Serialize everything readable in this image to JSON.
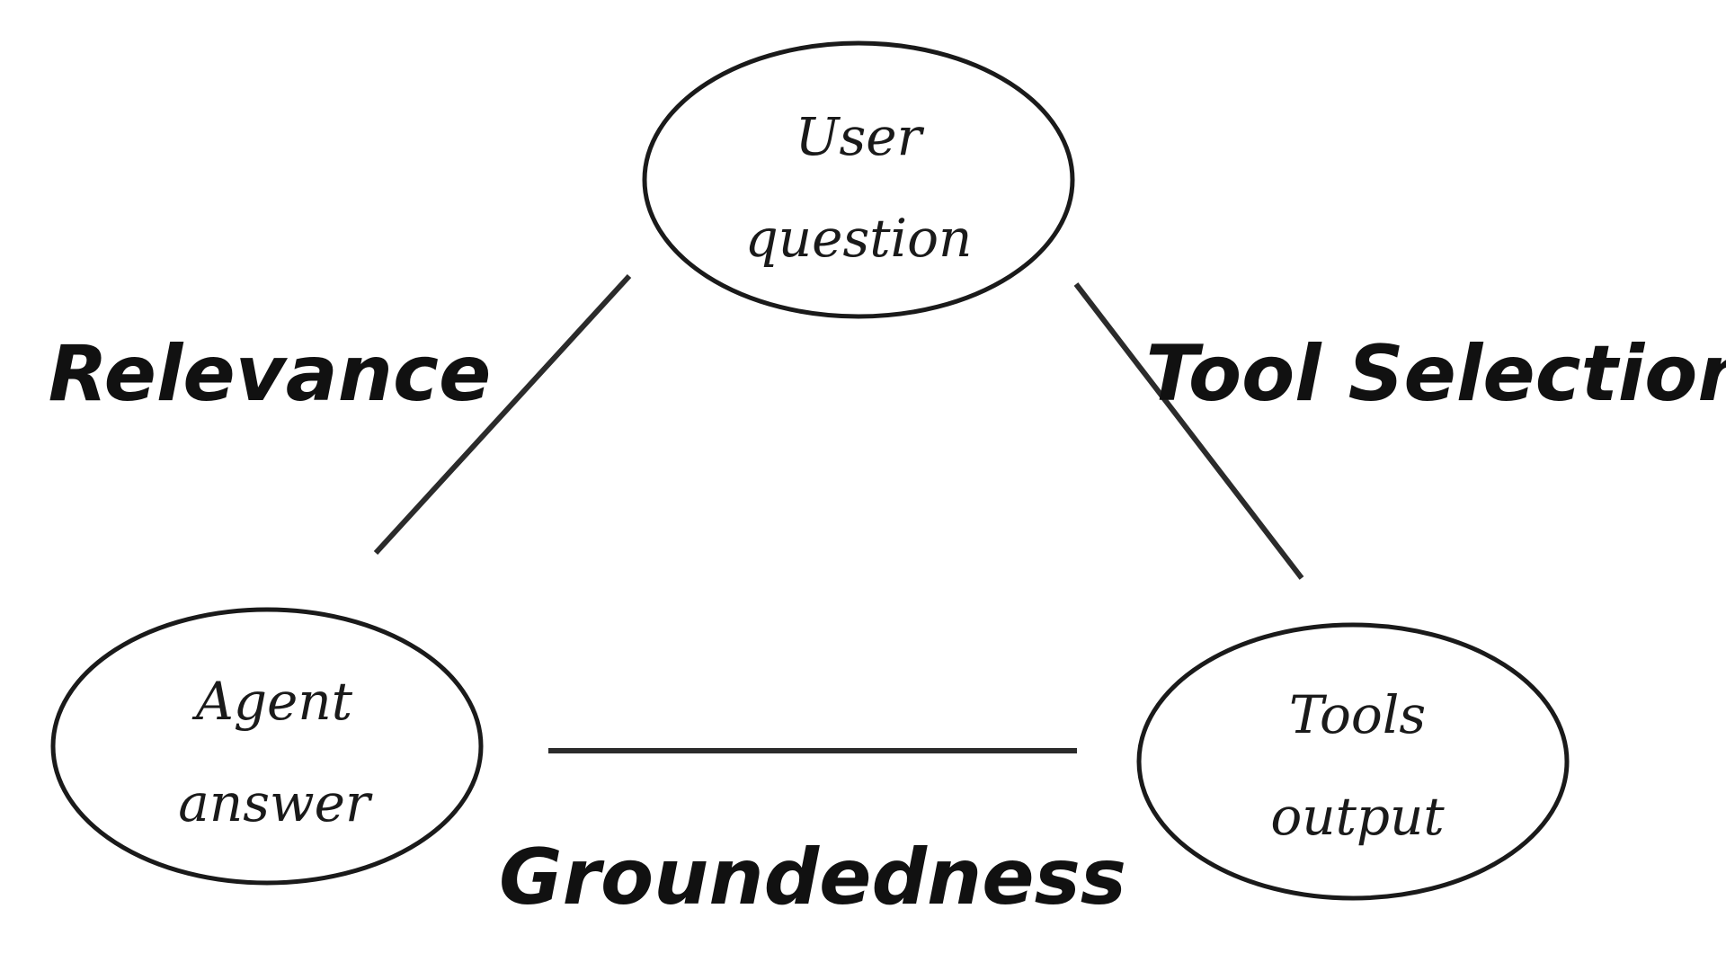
{
  "nodes": {
    "user_question": {
      "line1": "User",
      "line2": "question"
    },
    "agent_answer": {
      "line1": "Agent",
      "line2": "answer"
    },
    "tools_output": {
      "line1": "Tools",
      "line2": "output"
    }
  },
  "edges": {
    "relevance": {
      "label": "Relevance"
    },
    "tool_selection": {
      "label": "Tool Selection"
    },
    "groundedness": {
      "label": "Groundedness"
    }
  },
  "colors": {
    "stroke": "#1a1a1a",
    "background": "#ffffff"
  }
}
